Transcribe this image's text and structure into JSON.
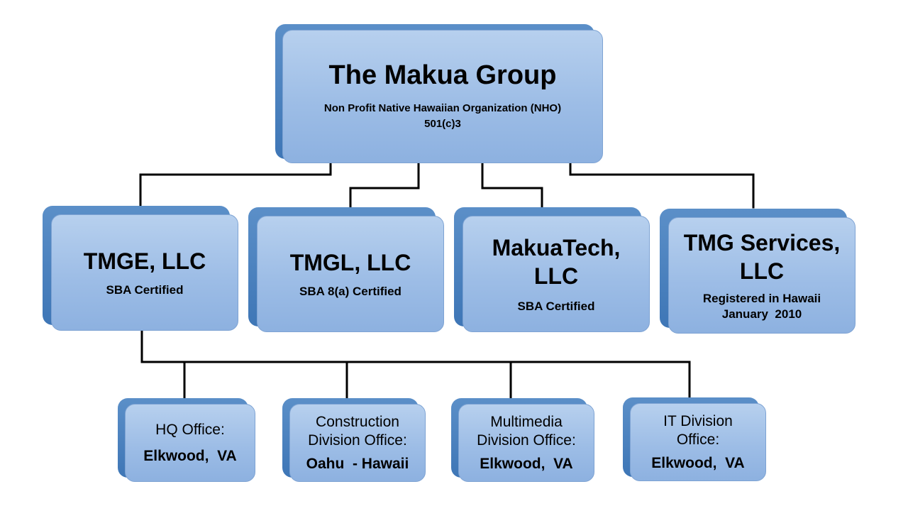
{
  "root": {
    "title": "The Makua Group",
    "line1": "Non Profit Native Hawaiian Organization (NHO)",
    "line2": "501(c)3"
  },
  "subsidiaries": [
    {
      "title": "TMGE, LLC",
      "subtitle": "SBA Certified"
    },
    {
      "title": "TMGL, LLC",
      "subtitle": "SBA 8(a) Certified"
    },
    {
      "title_line1": "MakuaTech,",
      "title_line2": "LLC",
      "subtitle": "SBA Certified"
    },
    {
      "title_line1": "TMG Services,",
      "title_line2": "LLC",
      "subtitle_line1": "Registered in Hawaii",
      "subtitle_line2": "January  2010"
    }
  ],
  "offices": [
    {
      "line1": "HQ Office:",
      "location": "Elkwood,  VA"
    },
    {
      "line1": "Construction",
      "line2": "Division Office:",
      "location": "Oahu  - Hawaii"
    },
    {
      "line1": "Multimedia",
      "line2": "Division Office:",
      "location": "Elkwood,  VA"
    },
    {
      "line1": "IT Division",
      "line2": "Office:",
      "location": "Elkwood,  VA"
    }
  ]
}
